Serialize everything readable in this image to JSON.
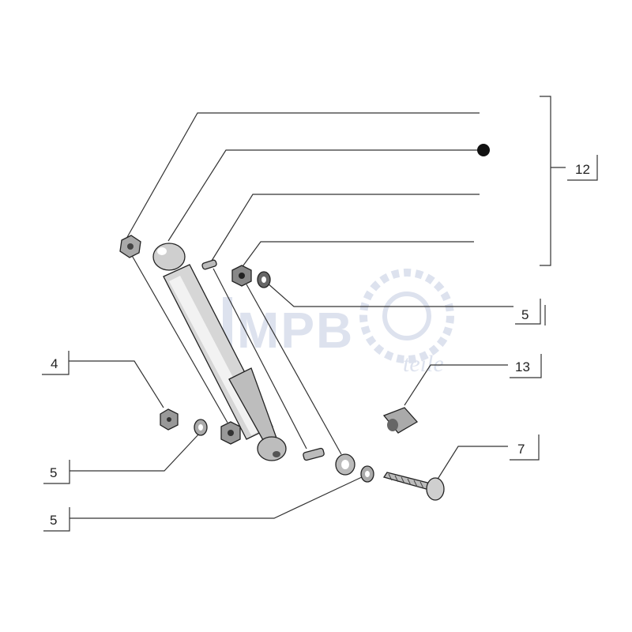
{
  "watermark": {
    "brand": "MPB",
    "sub": "teile"
  },
  "callouts": [
    {
      "id": "12",
      "label": "12"
    },
    {
      "id": "5a",
      "label": "5"
    },
    {
      "id": "13",
      "label": "13"
    },
    {
      "id": "4",
      "label": "4"
    },
    {
      "id": "5b",
      "label": "5"
    },
    {
      "id": "7",
      "label": "7"
    },
    {
      "id": "5c",
      "label": "5"
    }
  ],
  "colors": {
    "line": "#333333",
    "part_fill": "#d9d9d9",
    "part_dark": "#555555",
    "watermark": "#dde2ee"
  }
}
